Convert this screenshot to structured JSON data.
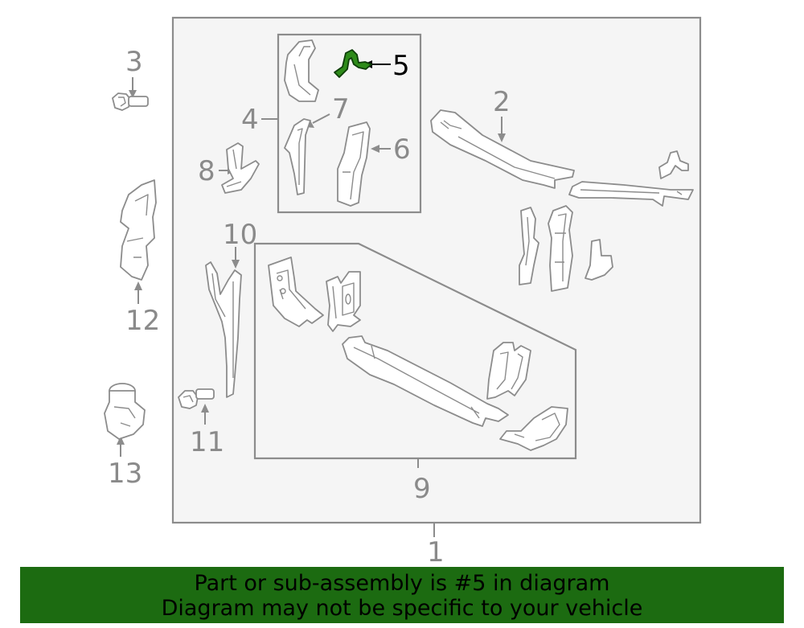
{
  "diagram": {
    "callouts": {
      "c1": "1",
      "c2": "2",
      "c3": "3",
      "c4": "4",
      "c5": "5",
      "c6": "6",
      "c7": "7",
      "c8": "8",
      "c9": "9",
      "c10": "10",
      "c11": "11",
      "c12": "12",
      "c13": "13"
    },
    "highlighted_part": "5",
    "colors": {
      "highlight_fill": "#2e8b1a",
      "banner_background": "#1c6b11",
      "frame_background": "#f5f5f5",
      "line": "#8c8c8c"
    }
  },
  "banner": {
    "line1": "Part or sub-assembly is #5 in diagram",
    "line2": "Diagram may not be specific to your vehicle"
  }
}
